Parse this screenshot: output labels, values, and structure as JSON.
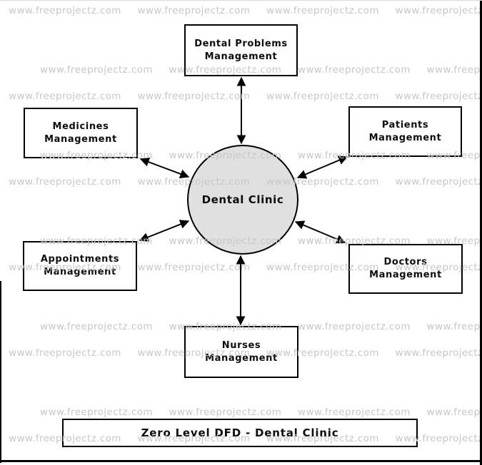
{
  "diagram": {
    "title": "Zero Level DFD - Dental Clinic",
    "process": {
      "label": "Dental Clinic"
    },
    "entities": [
      {
        "id": "dental-problems",
        "lines": [
          "Dental Problems",
          "Management"
        ]
      },
      {
        "id": "medicines",
        "lines": [
          "Medicines",
          "Management"
        ]
      },
      {
        "id": "patients",
        "lines": [
          "Patients",
          "Management"
        ]
      },
      {
        "id": "appointments",
        "lines": [
          "Appointments",
          "Management"
        ]
      },
      {
        "id": "doctors",
        "lines": [
          "Doctors",
          "Management"
        ]
      },
      {
        "id": "nurses",
        "lines": [
          "Nurses",
          "Management"
        ]
      }
    ],
    "colors": {
      "border": "#000000",
      "process_fill": "#e0e0e0",
      "arrow": "#000000",
      "watermark": "#c7c7c7"
    }
  },
  "watermark": {
    "text": "www.freeprojectz.com"
  }
}
